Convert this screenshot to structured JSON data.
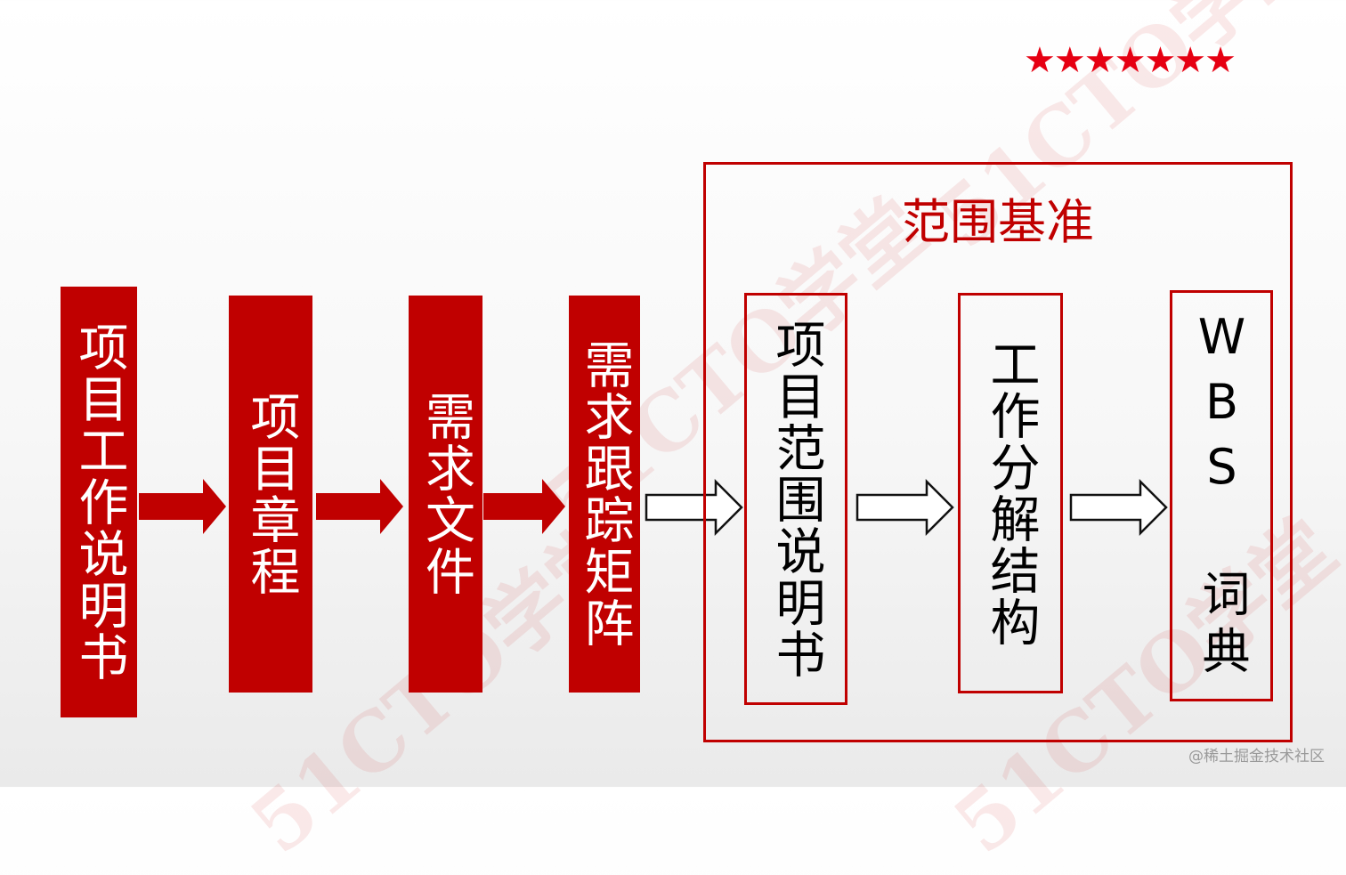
{
  "rating": {
    "stars": "★★★★★★★"
  },
  "flow": {
    "statement_of_work": "项目工作说明书",
    "charter": "项目章程",
    "requirements_doc": "需求文件",
    "traceability_matrix": "需求跟踪矩阵"
  },
  "baseline": {
    "title": "范围基准",
    "scope_statement": "项目范围说明书",
    "wbs": "工作分解结构",
    "wbs_dictionary": "WBS 词典"
  },
  "watermark": {
    "text": "51CTO学堂"
  },
  "credit": {
    "text": "@稀土掘金技术社区"
  },
  "colors": {
    "primary_red": "#c00000",
    "star_red": "#e60012"
  }
}
